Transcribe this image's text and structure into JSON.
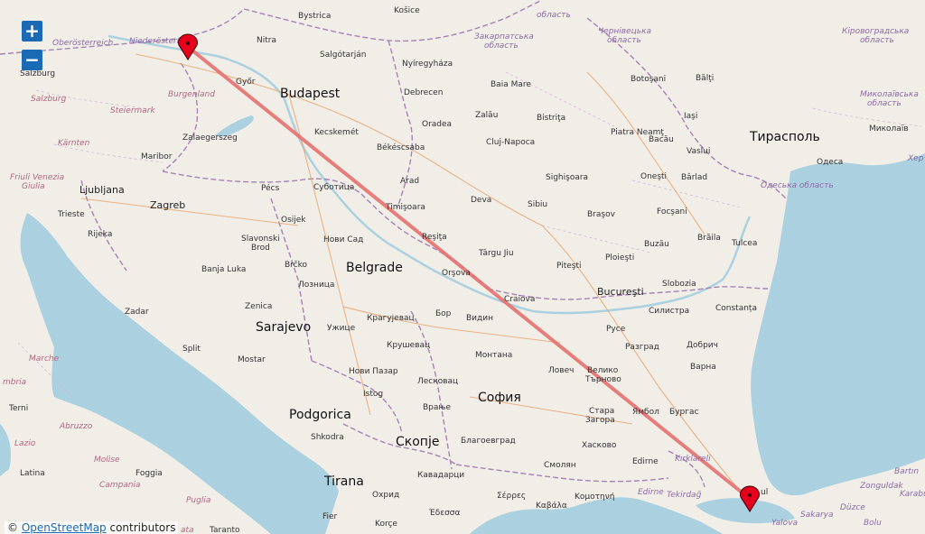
{
  "map": {
    "zoom_in_label": "+",
    "zoom_out_label": "−",
    "attribution": {
      "prefix": "©",
      "link_text": "OpenStreetMap",
      "suffix": " contributors"
    },
    "route": {
      "color": "#e5706f",
      "start_marker": "marker-pin-icon",
      "end_marker": "marker-pin-icon"
    },
    "colors": {
      "land": "#f1eee8",
      "water": "#abd0df",
      "border": "#a582b5",
      "road": "#e8a36a",
      "route": "#e5706f",
      "marker": "#e6001e",
      "zoom_button": "#1a6bb3"
    },
    "labels": {
      "bystrica": "Bystrica",
      "kosice": "Košice",
      "oblast1": "область",
      "zakarpatska": "Закарпатська",
      "zak_oblast": "область",
      "chernivetska": "Чернівецька",
      "chern_oblast": "область",
      "kirovohradska": "Кіровоградська",
      "kiro_oblast": "область",
      "oberosterreich": "Oberösterreich",
      "niederosterreich": "Niederösterreich",
      "nitra": "Nitra",
      "salgotarjan": "Salgótarján",
      "nyiregyhaza": "Nyíregyháza",
      "salzburg": "Salzburg",
      "salzburg_region": "Salzburg",
      "gyor": "Győr",
      "budapest": "Budapest",
      "debrecen": "Debrecen",
      "baia_mare": "Baia Mare",
      "botosani": "Botoşani",
      "balti": "Bălţi",
      "mykolaivska": "Миколаївська",
      "myk_oblast": "область",
      "burgenland": "Burgenland",
      "steiermark": "Steiermark",
      "zalau": "Zalău",
      "oradea": "Oradea",
      "bistrita": "Bistriţa",
      "iasi": "Iaşi",
      "mykolaiv": "Миколаїв",
      "kecskemet": "Kecskemét",
      "zalaegerszeg": "Zalaegerszeg",
      "cluj": "Cluj-Napoca",
      "piatra_neamt": "Piatra Neamţ",
      "tiraspol": "Тирасполь",
      "karnten": "Kärnten",
      "bekescsaba": "Békéscsaba",
      "bacau": "Bacău",
      "vaslui": "Vaslui",
      "maribor": "Maribor",
      "odesa": "Одеса",
      "friuli": "Friuli Venezia",
      "giulia": "Giulia",
      "sighisoara": "Sighişoara",
      "onesti": "Oneşti",
      "barlad": "Bârlad",
      "ljubljana": "Ljubljana",
      "pecs": "Pécs",
      "subotica": "Суботица",
      "arad": "Arad",
      "odeska": "Одеська область",
      "zagreb": "Zagreb",
      "trieste": "Trieste",
      "deva": "Deva",
      "sibiu": "Sibiu",
      "timisoara": "Timişoara",
      "osijek": "Osijek",
      "brasov": "Braşov",
      "focsani": "Focşani",
      "rijeka": "Rijeka",
      "slavonski": "Slavonski",
      "brod": "Brod",
      "novi_sad": "Нови Сад",
      "resita": "Reşiţa",
      "braila": "Brăila",
      "tulcea": "Tulcea",
      "buzau": "Buzău",
      "targu_jiu": "Târgu Jiu",
      "ploiesti": "Ploieşti",
      "banja_luka": "Banja Luka",
      "brcko": "Brčko",
      "belgrade": "Belgrade",
      "orsova": "Orşova",
      "pitesti": "Piteşti",
      "loznica": "Лозница",
      "slobozia": "Slobozia",
      "craiova": "Craiova",
      "bucuresti": "Bucureşti",
      "zenica": "Zenica",
      "constanta": "Constanța",
      "zadar": "Zadar",
      "bor": "Бор",
      "kragujevac": "Крагујевац",
      "vidin": "Видин",
      "silistra": "Силистра",
      "sarajevo": "Sarajevo",
      "uzice": "Ужице",
      "ruse": "Русе",
      "krusevac": "Крушевац",
      "razgrad": "Разград",
      "dobrich": "Добрич",
      "split": "Split",
      "montana": "Монтана",
      "marche": "Marche",
      "mostar": "Mostar",
      "varna": "Варна",
      "novi_pazar": "Нови Пазар",
      "lovech": "Ловеч",
      "veliko": "Велико",
      "tarnovo": "Търново",
      "umbria": "mbria",
      "leskovac": "Лесковац",
      "istog": "Istog",
      "sofia": "София",
      "terni": "Terni",
      "vranje": "Врање",
      "stara": "Стара",
      "zagora": "Загора",
      "yambol": "Ямбол",
      "burgas": "Бургас",
      "abruzzo": "Abruzzo",
      "podgorica": "Podgorica",
      "lazio": "Lazio",
      "shkodra": "Shkodra",
      "skopje": "Скопје",
      "blagoevgrad": "Благоевград",
      "haskovo": "Хасково",
      "molise": "Molise",
      "edirne": "Edirne",
      "latina": "Latina",
      "foggia": "Foggia",
      "smolyan": "Смолян",
      "kirklareli": "Kırklareli",
      "kavadarci": "Кавадарци",
      "campania": "Campania",
      "tirana": "Tirana",
      "ohrid": "Охрид",
      "serres": "Σέρρες",
      "kavala": "Καβάλα",
      "komotini": "Κομοτηνή",
      "edirne_region": "Edirne",
      "tekirdag": "Tekirdağ",
      "zonguldak": "Zonguldak",
      "karab": "Karabü",
      "bartin": "Bartın",
      "puglia": "Puglia",
      "fier": "Fier",
      "edessa": "Έδεσσα",
      "sakarya": "Sakarya",
      "duzce": "Düzce",
      "yalova": "Yalova",
      "bolu": "Bolu",
      "istanbul_frag": "ul",
      "korce": "Korçe",
      "taranto": "Taranto",
      "ata": "ata",
      "xep": "Xep"
    }
  }
}
